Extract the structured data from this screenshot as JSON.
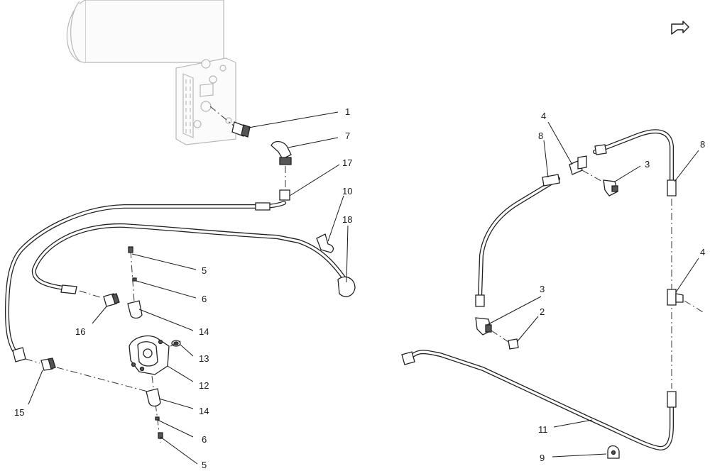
{
  "diagram": {
    "callouts": {
      "c1": "1",
      "c7": "7",
      "c17": "17",
      "c10": "10",
      "c18": "18",
      "c5a": "5",
      "c6a": "6",
      "c14a": "14",
      "c16": "16",
      "c13": "13",
      "c12": "12",
      "c15": "15",
      "c14b": "14",
      "c6b": "6",
      "c5b": "5",
      "c4a": "4",
      "c8a": "8",
      "c3a": "3",
      "c8b": "8",
      "c4b": "4",
      "c3b": "3",
      "c2": "2",
      "c11": "11",
      "c9": "9"
    },
    "icons": {
      "next_page": "next-page-arrow-icon"
    }
  }
}
